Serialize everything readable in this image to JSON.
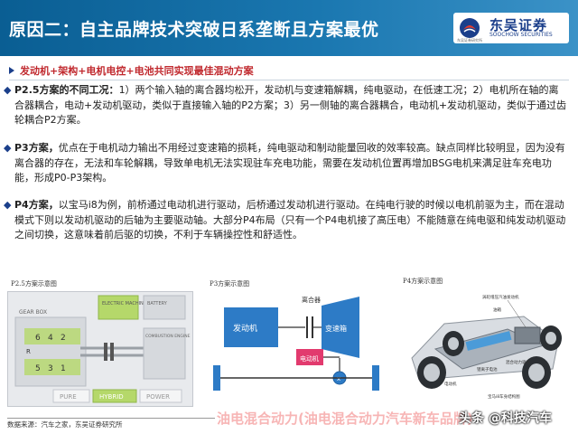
{
  "header": {
    "title": "原因二：自主品牌技术突破日系垄断且方案最优",
    "logo_small": "东吴证券研究所",
    "logo_cn": "东吴证券",
    "logo_en": "SOOCHOW SECURITIES",
    "colors": {
      "bar": "#0a5e93",
      "logo_text": "#1b3f8b"
    }
  },
  "subtitle": "发动机+架构+电机电控+电池共同实现最佳混动方案",
  "paragraphs": [
    {
      "bullet": "◆",
      "lead": "P2.5方案的不同工况：",
      "body": "1）两个输入轴的离合器均松开，发动机与变速箱解耦，纯电驱动，在低速工况；2）电机所在轴的离合器耦合，电动+发动机驱动，类似于直接输入轴的P2方案；3）另一侧轴的离合器耦合，电动机+发动机驱动，类似于通过齿轮耦合P2方案。"
    },
    {
      "bullet": "◆",
      "lead": "P3方案，",
      "body": "优点在于电机动力输出不用经过变速箱的损耗，纯电驱动和制动能量回收的效率较高。缺点同样比较明显，因为没有离合器的存在，无法和车轮解耦，导致单电机无法实现驻车充电功能，需要在发动机位置再增加BSG电机来满足驻车充电功能，形成P0-P3架构。"
    },
    {
      "bullet": "◆",
      "lead": "P4方案，",
      "body": "以宝马i8为例，前桥通过电动机进行驱动，后桥通过发动机进行驱动。在纯电行驶的时候以电机前驱为主，而在混动模式下则以发动机驱动的后轴为主要驱动轴。大部分P4布局（只有一个P4电机接了高压电）不能随意在纯电驱和纯发动机驱动之间切换，这意味着前后驱的切换，不利于车辆操控性和舒适性。"
    }
  ],
  "figures": {
    "fig1": {
      "title": "P2.5方案示意图",
      "gear_box": "GEAR BOX",
      "electric_machine": "ELECTRIC MACHINE",
      "battery": "BATTERY",
      "combustion_engine": "COMBUSTION ENGINE",
      "gears": [
        "6",
        "4",
        "2",
        "5",
        "3",
        "1"
      ],
      "reverse": "R",
      "modes": [
        "PURE",
        "HYBRID",
        "POWER"
      ]
    },
    "fig2": {
      "title": "P3方案示意图",
      "engine": "发动机",
      "clutch": "离合器",
      "gearbox": "变速箱",
      "motor": "电动机"
    },
    "fig3": {
      "title": "P4方案示意图",
      "labels": [
        "涡轮增压汽油发动机",
        "油箱",
        "混合动力驱动",
        "锂离子电池",
        "电动机",
        "宝马i8车身结构图"
      ]
    }
  },
  "source": "数据来源：汽车之家，东吴证券研究所",
  "watermark": {
    "left": "油电混合动力(油电混合动力汽车新车品牌)",
    "right": "头条 @科技汽车"
  }
}
